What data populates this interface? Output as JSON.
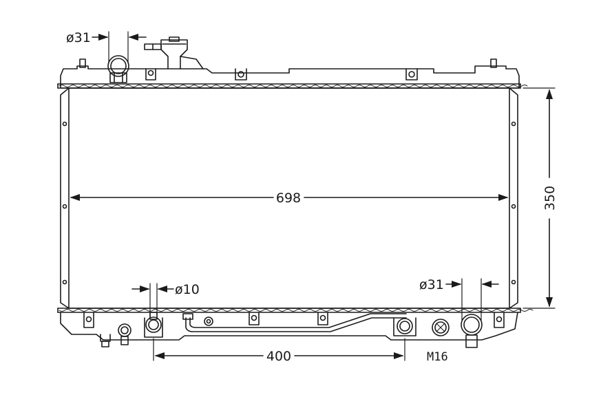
{
  "colors": {
    "line": "#1a1a1a",
    "background": "#ffffff"
  },
  "dimensions": {
    "width": "698",
    "height": "350",
    "pipe_spacing": "400",
    "top_inlet_dia": "ø31",
    "bottom_outlet_dia": "ø31",
    "small_port_dia": "ø10",
    "drain_thread": "M16"
  }
}
